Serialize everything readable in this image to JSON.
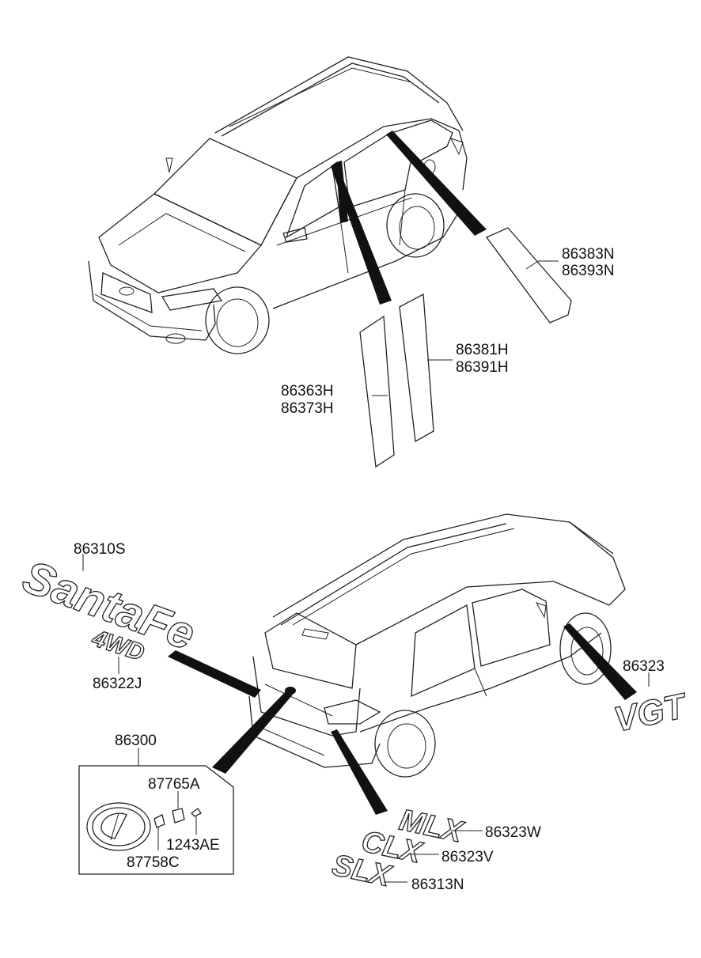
{
  "labels": {
    "p86383N": "86383N",
    "p86393N": "86393N",
    "p86381H": "86381H",
    "p86391H": "86391H",
    "p86363H": "86363H",
    "p86373H": "86373H",
    "p86310S": "86310S",
    "p86322J": "86322J",
    "p86323": "86323",
    "p86300": "86300",
    "p87765A": "87765A",
    "p1243AE": "1243AE",
    "p87758C": "87758C",
    "p86323W": "86323W",
    "p86323V": "86323V",
    "p86313N": "86313N"
  },
  "emblems": {
    "santafe": "SantaFe",
    "awd": "4WD",
    "vgt": "VGT",
    "mlx": "MLX",
    "clx": "CLX",
    "slx": "SLX"
  }
}
